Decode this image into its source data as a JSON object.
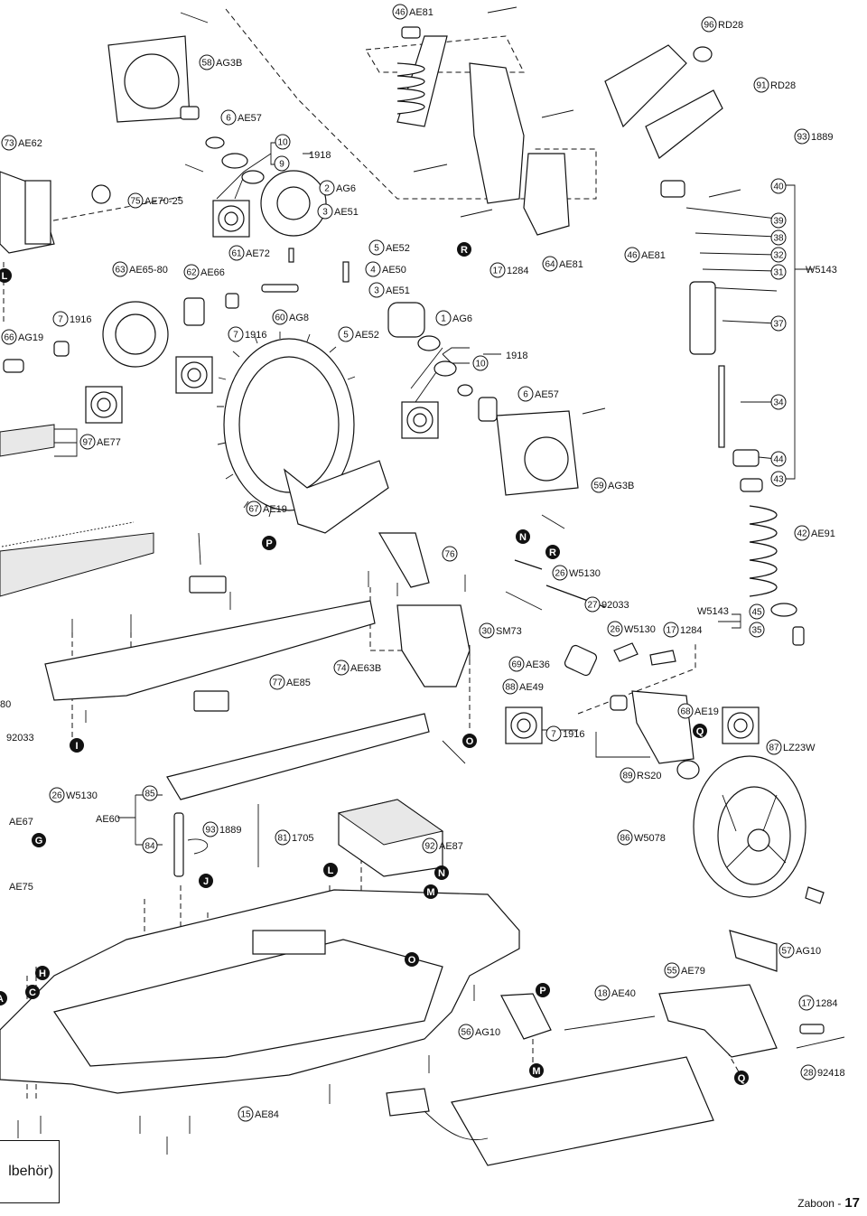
{
  "callouts": [
    {
      "num": "46",
      "code": "AE81"
    },
    {
      "num": "96",
      "code": "RD28"
    },
    {
      "num": "58",
      "code": "AG3B"
    },
    {
      "num": "91",
      "code": "RD28"
    },
    {
      "num": "6",
      "code": "AE57"
    },
    {
      "num": "93",
      "code": "1889"
    },
    {
      "num": "73",
      "code": "AE62"
    },
    {
      "num": "10",
      "code": ""
    },
    {
      "num": "9",
      "code": ""
    },
    {
      "num": "2",
      "code": "AG6"
    },
    {
      "num": "75",
      "code": "AE70-25"
    },
    {
      "num": "3",
      "code": "AE51"
    },
    {
      "num": "40",
      "code": ""
    },
    {
      "num": "39",
      "code": ""
    },
    {
      "num": "38",
      "code": ""
    },
    {
      "num": "32",
      "code": ""
    },
    {
      "num": "31",
      "code": ""
    },
    {
      "num": "61",
      "code": "AE72"
    },
    {
      "num": "5",
      "code": "AE52"
    },
    {
      "num": "17",
      "code": "1284"
    },
    {
      "num": "64",
      "code": "AE81"
    },
    {
      "num": "46",
      "code": "AE81"
    },
    {
      "num": "63",
      "code": "AE65-80"
    },
    {
      "num": "62",
      "code": "AE66"
    },
    {
      "num": "4",
      "code": "AE50"
    },
    {
      "num": "3",
      "code": "AE51"
    },
    {
      "num": "60",
      "code": "AG8"
    },
    {
      "num": "1",
      "code": "AG6"
    },
    {
      "num": "7",
      "code": "1916"
    },
    {
      "num": "66",
      "code": "AG19"
    },
    {
      "num": "7",
      "code": "1916"
    },
    {
      "num": "5",
      "code": "AE52"
    },
    {
      "num": "37",
      "code": ""
    },
    {
      "num": "10",
      "code": ""
    },
    {
      "num": "6",
      "code": "AE57"
    },
    {
      "num": "34",
      "code": ""
    },
    {
      "num": "97",
      "code": "AE77"
    },
    {
      "num": "44",
      "code": ""
    },
    {
      "num": "43",
      "code": ""
    },
    {
      "num": "59",
      "code": "AG3B"
    },
    {
      "num": "67",
      "code": "AE19"
    },
    {
      "num": "42",
      "code": "AE91"
    },
    {
      "num": "76",
      "code": ""
    },
    {
      "num": "26",
      "code": "W5130"
    },
    {
      "num": "27",
      "code": "92033"
    },
    {
      "num": "45",
      "code": ""
    },
    {
      "num": "35",
      "code": ""
    },
    {
      "num": "30",
      "code": "SM73"
    },
    {
      "num": "26",
      "code": "W5130"
    },
    {
      "num": "17",
      "code": "1284"
    },
    {
      "num": "74",
      "code": "AE63B"
    },
    {
      "num": "69",
      "code": "AE36"
    },
    {
      "num": "77",
      "code": "AE85"
    },
    {
      "num": "88",
      "code": "AE49"
    },
    {
      "num": "68",
      "code": "AE19"
    },
    {
      "num": "7",
      "code": "1916"
    },
    {
      "num": "87",
      "code": "LZ23W"
    },
    {
      "num": "89",
      "code": "RS20"
    },
    {
      "num": "26",
      "code": "W5130"
    },
    {
      "num": "85",
      "code": ""
    },
    {
      "num": "93",
      "code": "1889"
    },
    {
      "num": "81",
      "code": "1705"
    },
    {
      "num": "92",
      "code": "AE87"
    },
    {
      "num": "86",
      "code": "W5078"
    },
    {
      "num": "84",
      "code": ""
    },
    {
      "num": "57",
      "code": "AG10"
    },
    {
      "num": "55",
      "code": "AE79"
    },
    {
      "num": "18",
      "code": "AE40"
    },
    {
      "num": "17",
      "code": "1284"
    },
    {
      "num": "56",
      "code": "AG10"
    },
    {
      "num": "28",
      "code": "92418"
    },
    {
      "num": "15",
      "code": "AE84"
    }
  ],
  "free_labels": {
    "l1918a": "1918",
    "l1918b": "1918",
    "w5143a": "W5143",
    "w5143b": "W5143",
    "ae60": "AE60",
    "c80": "80",
    "c92033": "92033",
    "ae67": "AE67",
    "ae75": "AE75"
  },
  "letters": [
    "L",
    "R",
    "P",
    "N",
    "R",
    "I",
    "O",
    "Q",
    "G",
    "J",
    "L",
    "N",
    "M",
    "O",
    "H",
    "C",
    "P",
    "M",
    "Q",
    "A"
  ],
  "partial_text": "lbehör)",
  "footer": {
    "title": "Zaboon -",
    "page": "17"
  }
}
